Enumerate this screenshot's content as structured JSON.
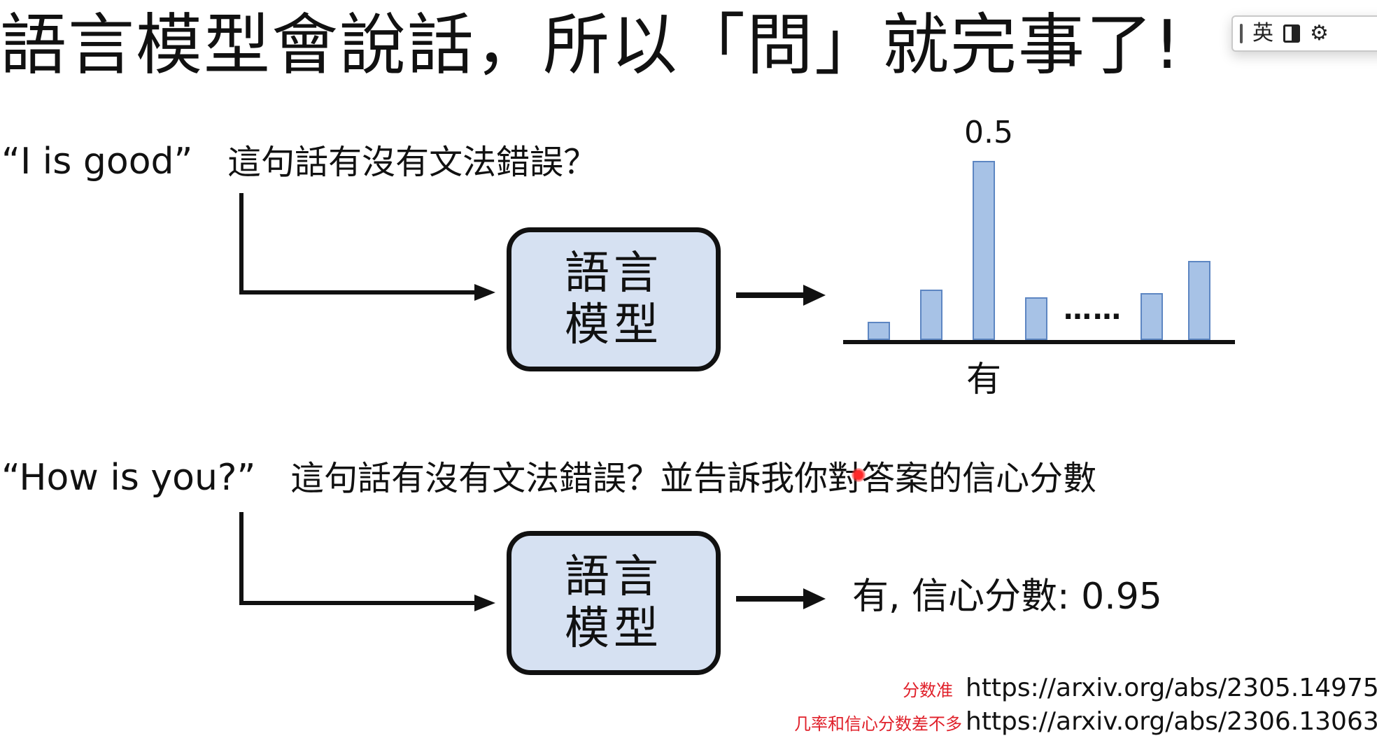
{
  "slide": {
    "title": "語言模型會說話，所以「問」就完事了!",
    "prompt1": {
      "quote": "“I is good”",
      "question": "這句話有沒有文法錯誤？"
    },
    "prompt2": {
      "quote": "“How is you?”",
      "question": "這句話有沒有文法錯誤？並告訴我你對答案的信心分數"
    },
    "model_box": {
      "line1": "語言",
      "line2": "模型"
    },
    "answer2": "有, 信心分數: 0.95",
    "references": [
      {
        "note": "分数准",
        "url": "https://arxiv.org/abs/2305.14975"
      },
      {
        "note": "几率和信心分数差不多",
        "url": "https://arxiv.org/abs/2306.13063"
      }
    ]
  },
  "chart_data": {
    "type": "bar",
    "categories": [
      "",
      "",
      "有",
      "",
      "",
      ""
    ],
    "values": [
      0.05,
      0.14,
      0.5,
      0.12,
      0.13,
      0.22
    ],
    "ylim": [
      0,
      0.5
    ],
    "peak_label": "0.5",
    "highlight_label": "有",
    "ellipsis": "……",
    "grid": false,
    "colors": {
      "bar_fill": "#a7c2e6",
      "bar_stroke": "#5d86c2"
    }
  },
  "ime_toolbar": {
    "mode_label": "英",
    "icons": [
      "toolbar-grip-icon",
      "half-width-icon",
      "settings-icon"
    ]
  },
  "colors": {
    "model_box_fill": "#d6e1f2",
    "note_red": "#e0202a",
    "text": "#111111"
  }
}
